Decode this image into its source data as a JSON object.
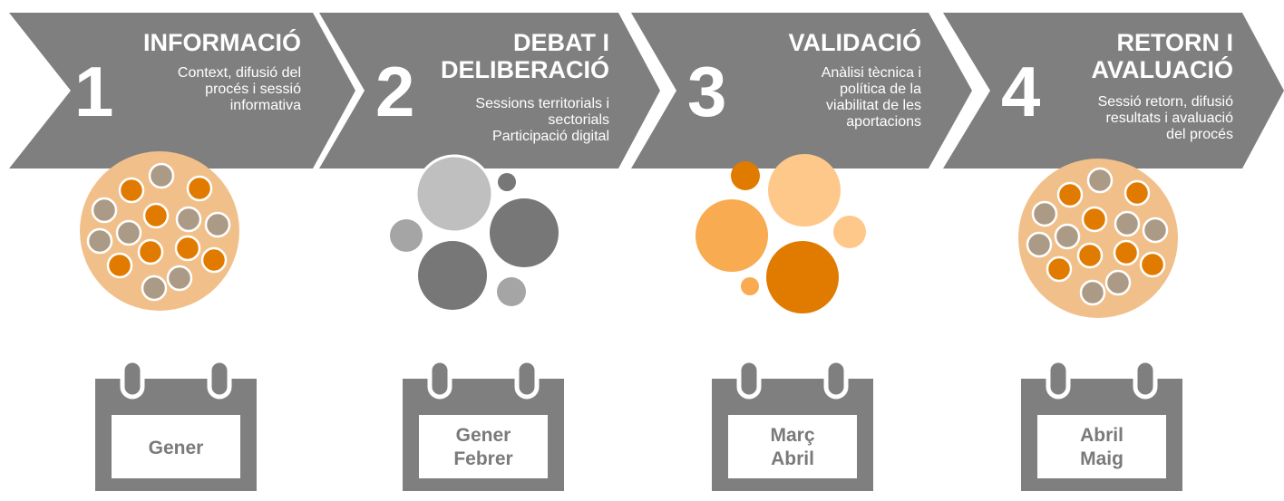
{
  "colors": {
    "chevron": "#7f7f7f",
    "text_white": "#ffffff",
    "orange_dark": "#e07b00",
    "orange_mid": "#f8ab50",
    "orange_light": "#fdc88a",
    "beige": "#f1c08a",
    "taupe": "#ab9b86",
    "gray_dark": "#777777",
    "gray_mid": "#a5a5a5",
    "gray_light": "#bfbfbf",
    "calendar": "#7f7f7f",
    "calendar_text": "#7a7a7a"
  },
  "steps": [
    {
      "number": "1",
      "title": "INFORMACIÓ",
      "description": "Context, difusió del\nprocés i sessió\ninformativa",
      "period": "Gener"
    },
    {
      "number": "2",
      "title": "DEBAT I\nDELIBERACIÓ",
      "description": "Sessions territorials  i\nsectorials\nParticipació digital",
      "period": "Gener\nFebrer"
    },
    {
      "number": "3",
      "title": "VALIDACIÓ",
      "description": "Anàlisi tècnica i\npolítica de la\nviabilitat de les\naportacions",
      "period": "Març\nAbril"
    },
    {
      "number": "4",
      "title": "RETORN I\nAVALUACIÓ",
      "description": "Sessió retorn, difusió\nresultats i avaluació\ndel procés",
      "period": "Abril\nMaig"
    }
  ],
  "icons": [
    "chevron-arrow",
    "circle-cluster",
    "scattered-bubbles",
    "calendar-icon"
  ]
}
